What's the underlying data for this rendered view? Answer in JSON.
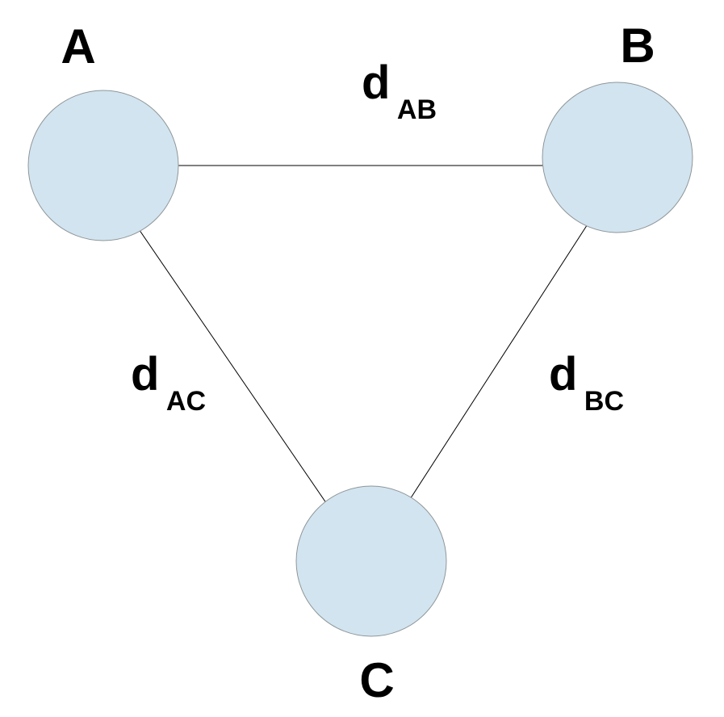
{
  "diagram": {
    "type": "undirected-graph",
    "description": "Triangle of three nodes A, B, C connected by distance edges",
    "nodes": [
      {
        "id": "A",
        "label": "A"
      },
      {
        "id": "B",
        "label": "B"
      },
      {
        "id": "C",
        "label": "C"
      }
    ],
    "edges": [
      {
        "id": "AB",
        "from": "A",
        "to": "B",
        "label_main": "d",
        "label_sub": "AB"
      },
      {
        "id": "AC",
        "from": "A",
        "to": "C",
        "label_main": "d",
        "label_sub": "AC"
      },
      {
        "id": "BC",
        "from": "B",
        "to": "C",
        "label_main": "d",
        "label_sub": "BC"
      }
    ],
    "colors": {
      "node_fill": "#d2e4f0",
      "node_stroke": "#8f9698",
      "edge_stroke": "#000000",
      "label_color": "#000000",
      "background": "#ffffff"
    }
  }
}
